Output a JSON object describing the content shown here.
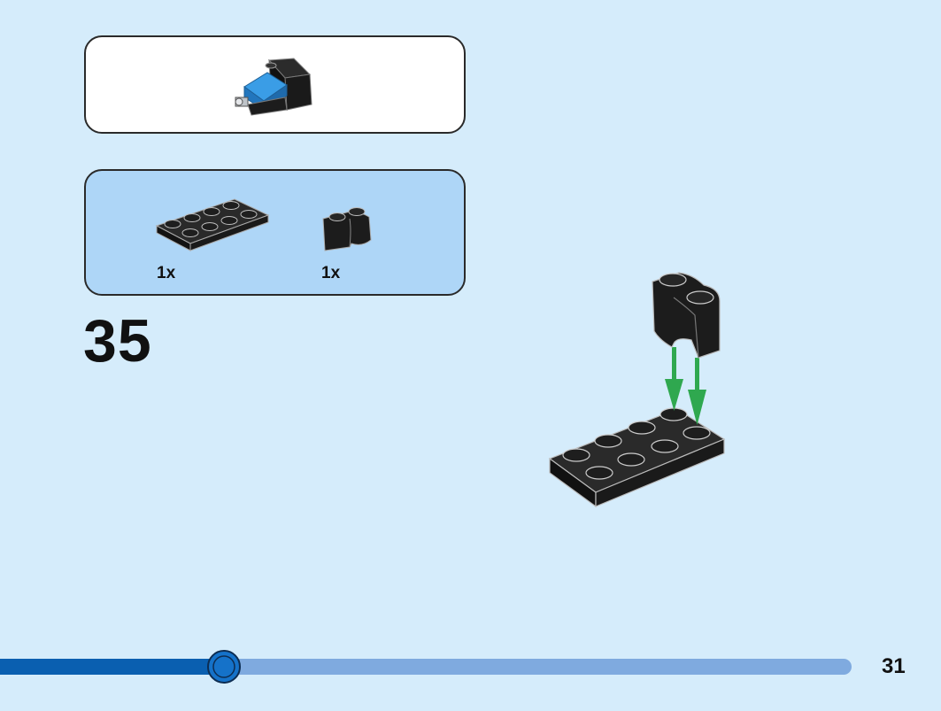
{
  "step": {
    "number": "35"
  },
  "parts_list": [
    {
      "quantity": "1x",
      "part": "plate-2x4-black"
    },
    {
      "quantity": "1x",
      "part": "brick-round-corner-black"
    }
  ],
  "page": {
    "number": "31"
  },
  "progress": {
    "fraction": 0.263
  },
  "colors": {
    "background": "#d5ecfb",
    "parts_panel": "#aed6f7",
    "brick_black": "#1d1d1d",
    "brick_blue": "#2f8fdc",
    "arrow_green": "#2fa84f",
    "progress_done": "#0a5fb0",
    "progress_track": "#7faadf"
  }
}
